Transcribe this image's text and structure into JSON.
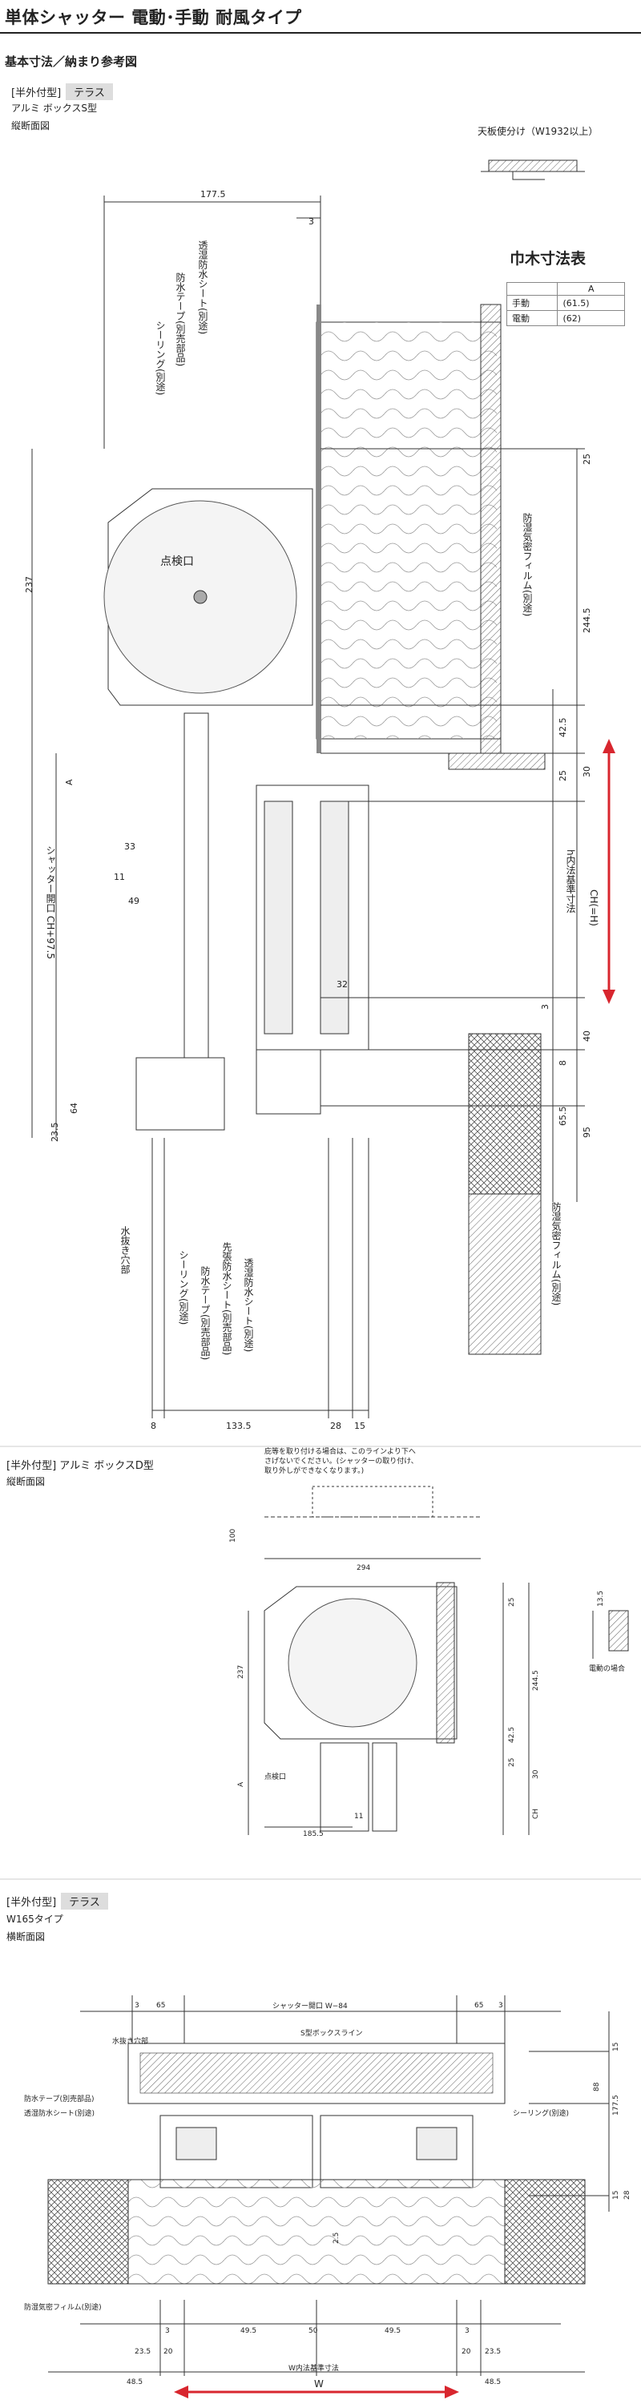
{
  "header": {
    "title": "単体シャッター 電動･手動 耐風タイプ",
    "subtitle": "基本寸法／納まり参考図"
  },
  "section1": {
    "tag_bracket": "[半外付型]",
    "tag_label": "テラス",
    "model": "アルミ ボックスS型",
    "view": "縦断面図",
    "ceiling_note": "天板使分け（W1932以上）",
    "table": {
      "title": "巾木寸法表",
      "col": "A",
      "rows": [
        {
          "label": "手動",
          "value": "(61.5)"
        },
        {
          "label": "電動",
          "value": "(62)"
        }
      ]
    },
    "dims": {
      "top_3": "3",
      "w_177_5": "177.5",
      "h_237": "237",
      "h_25": "25",
      "h_244_5": "244.5",
      "h_42_5": "42.5",
      "h_25b": "25",
      "h_30": "30",
      "a": "A",
      "h_33": "33",
      "h_11": "11",
      "h_49": "49",
      "h_32": "32",
      "h_3": "3",
      "h_40": "40",
      "h_8": "8",
      "h_64": "64",
      "h_23_5": "23.5",
      "h_65_5": "65.5",
      "h_95": "95",
      "b_8": "8",
      "b_133_5": "133.5",
      "b_28": "28",
      "b_15": "15"
    },
    "labels": {
      "inspection": "点検口",
      "sealing_top": "シーリング(別途)",
      "tape_top": "防水テープ(別売部品)",
      "sheet_top": "透湿防水シート(別途)",
      "vapor_top": "防湿気密フィルム(別途)",
      "opening": "シャッター開口 CH+97.5",
      "inner_ref": "h内法基準寸法",
      "ch": "CH(=H)",
      "drain": "水抜き穴部",
      "sealing_bot": "シーリング(別途)",
      "tape_bot": "防水テープ(別売部品)",
      "tip_sheet": "先張防水シート(別売部品)",
      "sheet_bot": "透湿防水シート(別途)",
      "vapor_bot": "防湿気密フィルム(別途)"
    }
  },
  "section2": {
    "tag_bracket": "[半外付型]",
    "model": "アルミ ボックスD型",
    "view": "縦断面図",
    "note": "庇等を取り付ける場合は、このラインより下へ\nさげないでください。(シャッターの取り付け、\n取り外しができなくなります。)",
    "inspection": "点検口",
    "motor_note": "電動の場合",
    "dims": {
      "d_100": "100",
      "d_294": "294",
      "d_25": "25",
      "d_13_5": "13.5",
      "d_237": "237",
      "d_244_5": "244.5",
      "d_42_5": "42.5",
      "d_25b": "25",
      "d_30": "30",
      "d_a": "A",
      "d_ch": "CH",
      "d_11": "11",
      "d_185_5": "185.5"
    }
  },
  "section3": {
    "tag_bracket": "[半外付型]",
    "tag_label": "テラス",
    "model": "W165タイプ",
    "view": "横断面図",
    "labels": {
      "opening": "シャッター開口  W−84",
      "box_line": "S型ボックスライン",
      "drain": "水抜き穴部",
      "tape": "防水テープ(別売部品)",
      "sheet": "透湿防水シート(別途)",
      "sealing": "シーリング(別途)",
      "vapor": "防湿気密フィルム(別途)",
      "ref": "W内法基準寸法",
      "w": "W"
    },
    "dims": {
      "t_3a": "3",
      "t_65a": "65",
      "t_65b": "65",
      "t_3b": "3",
      "r_15": "15",
      "r_88": "88",
      "r_177_5": "177.5",
      "r_15b": "15",
      "r_28": "28",
      "m_2_5": "2.5",
      "b_3": "3",
      "b_49_5a": "49.5",
      "b_50": "50",
      "b_49_5b": "49.5",
      "b_3b": "3",
      "b_23_5": "23.5",
      "b_20a": "20",
      "b_20b": "20",
      "b_23_5b": "23.5",
      "b_48_5a": "48.5",
      "b_48_5b": "48.5"
    }
  },
  "colors": {
    "accent_red": "#d8262e",
    "line": "#333333",
    "insulation_pink": "#f3d9c8",
    "hatch": "#555555"
  }
}
